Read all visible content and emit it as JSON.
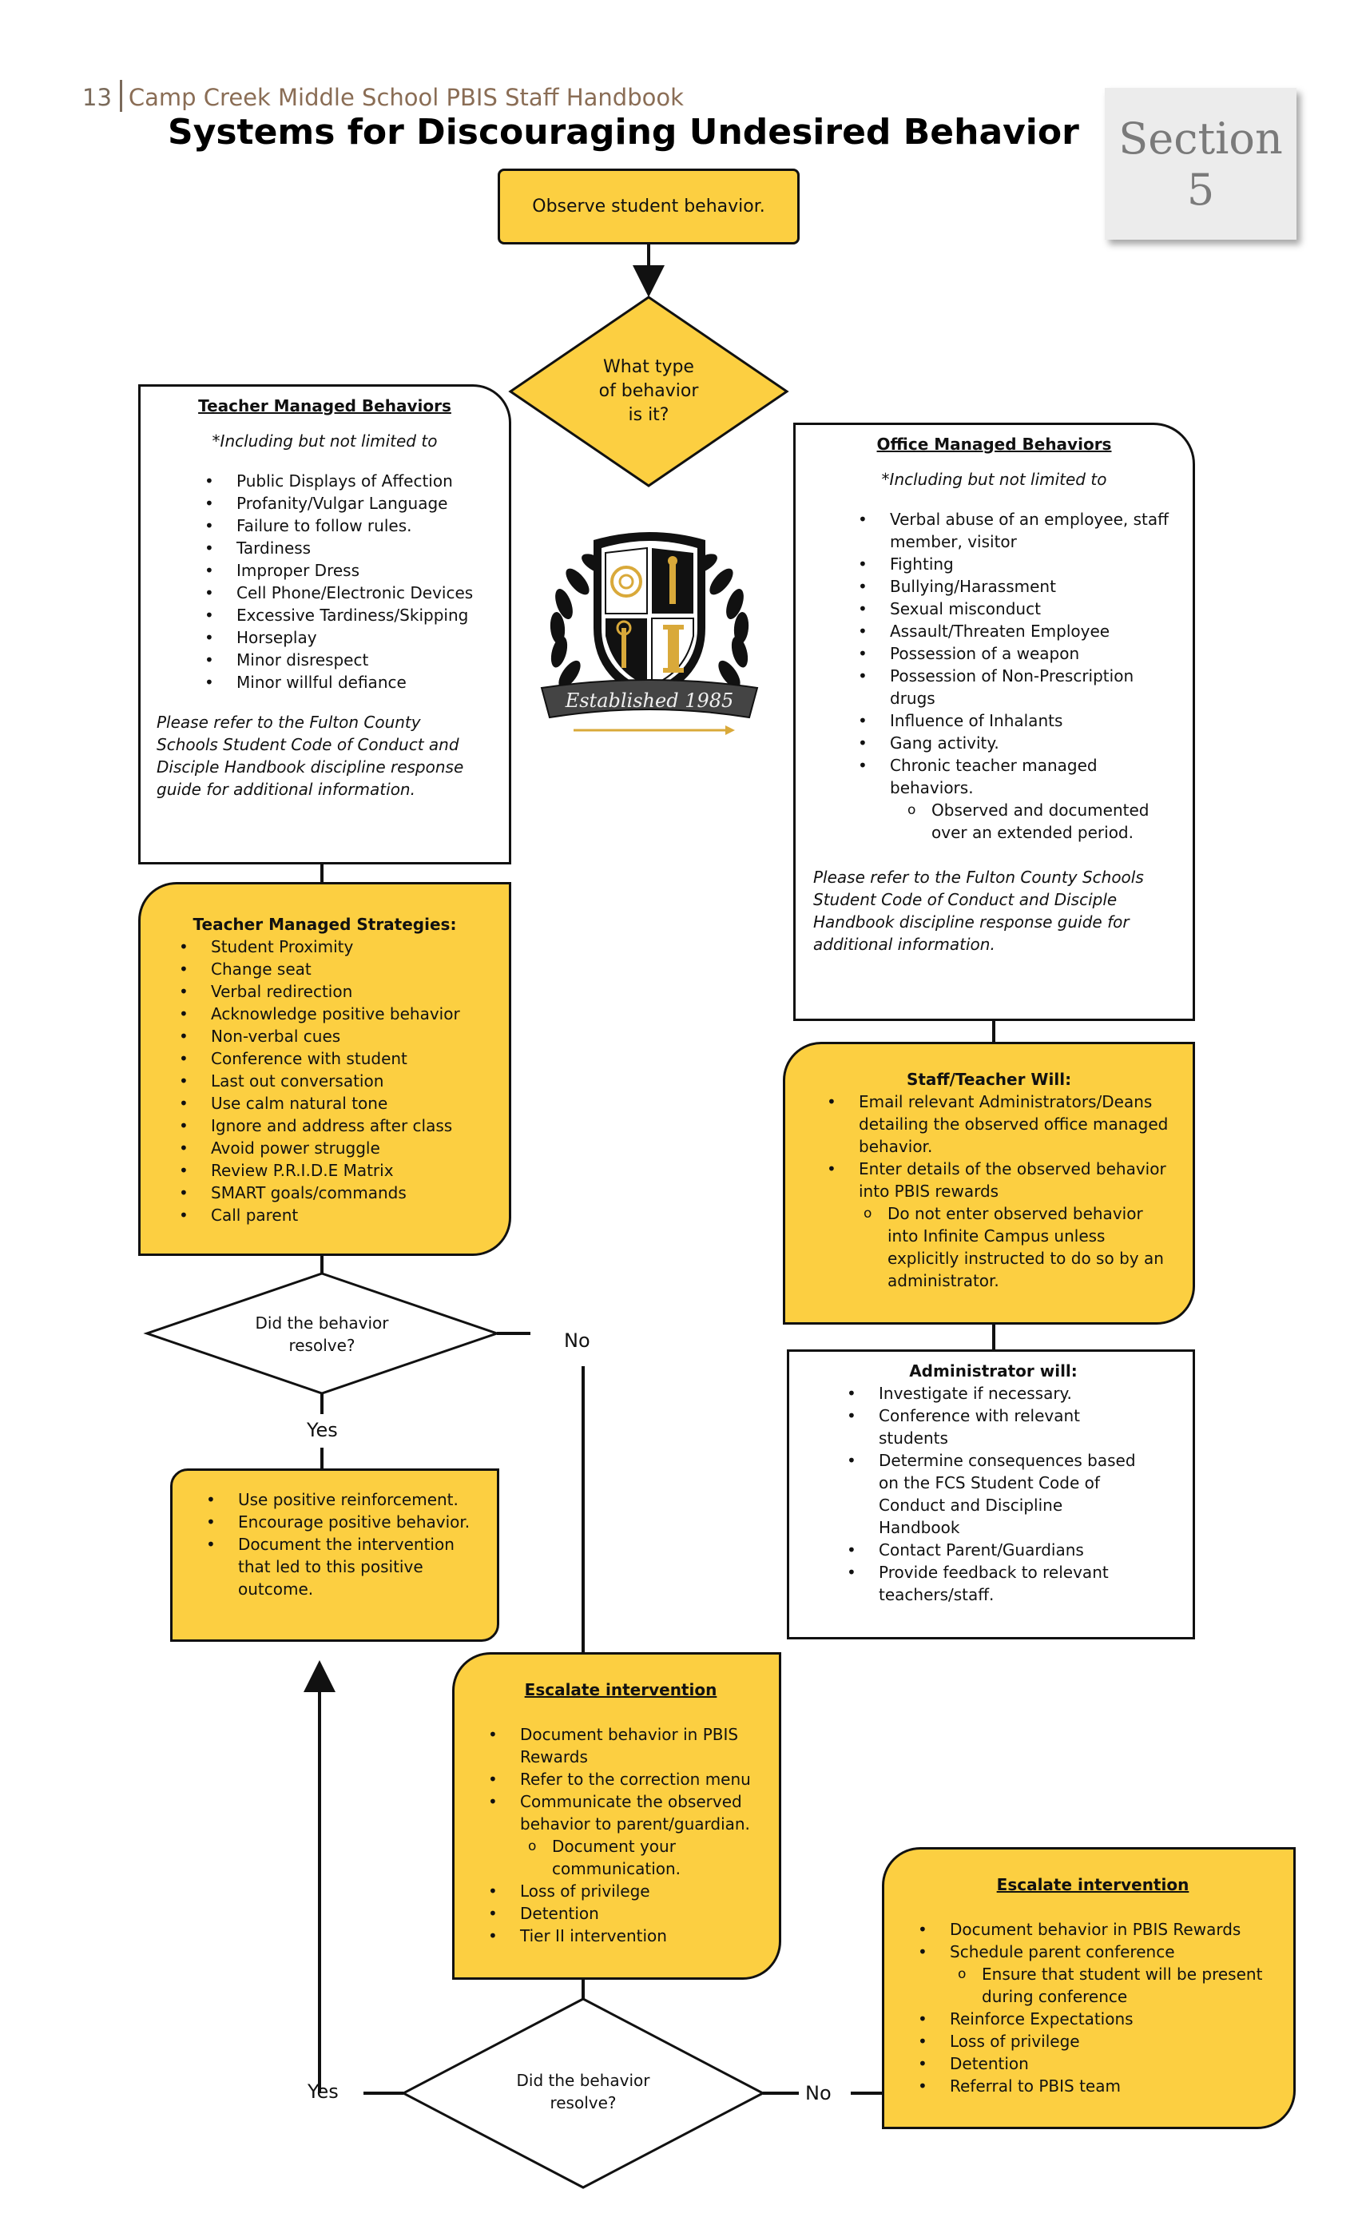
{
  "header": {
    "page_number": "13",
    "handbook_title": "Camp Creek Middle School PBIS Staff Handbook",
    "title": "Systems for Discouraging Undesired Behavior",
    "section_label": "Section",
    "section_number": "5"
  },
  "colors": {
    "accent_yellow": "#fccf41",
    "border": "#111111",
    "header_text": "#8a6d55"
  },
  "flow": {
    "start": "Observe student behavior.",
    "decision_type": [
      "What type",
      "of behavior",
      "is it?"
    ],
    "teacher_behaviors": {
      "title": "Teacher Managed Behaviors",
      "subtitle": "*Including but not limited to",
      "items": [
        "Public Displays of Affection",
        "Profanity/Vulgar Language",
        "Failure to follow rules.",
        "Tardiness",
        "Improper Dress",
        "Cell Phone/Electronic Devices",
        "Excessive Tardiness/Skipping",
        "Horseplay",
        "Minor disrespect",
        "Minor willful defiance"
      ],
      "note": [
        "Please refer to the Fulton County",
        "Schools Student Code of Conduct and",
        "Disciple Handbook discipline response",
        "guide for additional information."
      ]
    },
    "office_behaviors": {
      "title": "Office Managed Behaviors",
      "subtitle": "*Including but not limited to",
      "items": [
        "Verbal abuse of an employee, staff member, visitor",
        "Fighting",
        "Bullying/Harassment",
        "Sexual misconduct",
        "Assault/Threaten Employee",
        "Possession of a weapon",
        "Possession of Non-Prescription drugs",
        "Influence of Inhalants",
        "Gang activity.",
        "Chronic teacher managed behaviors."
      ],
      "sub_item": "Observed and documented over an extended period.",
      "note": [
        "Please refer to the Fulton County Schools",
        "Student Code of Conduct and Disciple",
        "Handbook discipline response guide for",
        "additional information."
      ]
    },
    "teacher_strategies": {
      "title": "Teacher Managed Strategies:",
      "items": [
        "Student Proximity",
        "Change seat",
        "Verbal redirection",
        "Acknowledge positive behavior",
        "Non-verbal cues",
        "Conference with student",
        "Last out conversation",
        "Use calm natural tone",
        "Ignore and address after class",
        "Avoid power struggle",
        "Review P.R.I.D.E Matrix",
        "SMART goals/commands",
        "Call parent"
      ]
    },
    "staff_will": {
      "title": "Staff/Teacher Will:",
      "items": [
        "Email relevant Administrators/Deans detailing the observed office managed behavior.",
        "Enter details of the observed behavior into PBIS rewards"
      ],
      "sub_item": "Do not enter observed behavior into Infinite Campus unless explicitly instructed to do so by an administrator."
    },
    "admin_will": {
      "title": "Administrator will:",
      "items": [
        "Investigate if necessary.",
        "Conference with relevant students",
        "Determine consequences based on the FCS Student Code of Conduct and Discipline Handbook",
        "Contact Parent/Guardians",
        "Provide feedback to relevant teachers/staff."
      ]
    },
    "decision_resolve_1": [
      "Did the behavior",
      "resolve?"
    ],
    "positive": {
      "items": [
        "Use positive reinforcement.",
        "Encourage positive behavior.",
        "Document the intervention that led to this positive outcome."
      ]
    },
    "escalate_1": {
      "title": "Escalate intervention",
      "items_a": [
        "Document behavior in PBIS Rewards",
        "Refer to the correction menu",
        "Communicate the observed behavior to parent/guardian."
      ],
      "sub_item": "Document your communication.",
      "items_b": [
        "Loss of privilege",
        "Detention",
        "Tier II intervention"
      ]
    },
    "decision_resolve_2": [
      "Did the behavior",
      "resolve?"
    ],
    "escalate_2": {
      "title": "Escalate intervention",
      "items_a": [
        "Document behavior in PBIS Rewards",
        "Schedule parent conference"
      ],
      "sub_item": "Ensure that student will be present during conference",
      "items_b": [
        "Reinforce Expectations",
        "Loss of privilege",
        "Detention",
        "Referral to PBIS team"
      ]
    },
    "labels": {
      "yes": "Yes",
      "no": "No"
    }
  },
  "crest": {
    "banner_text": "Established 1985"
  }
}
